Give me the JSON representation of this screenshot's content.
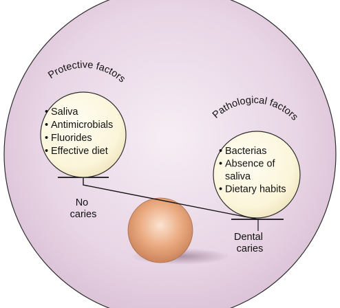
{
  "protective": {
    "title": "Protective factors",
    "items": [
      "Saliva",
      "Antimicrobials",
      "Fluorides",
      "Effective diet"
    ]
  },
  "pathological": {
    "title": "Pathological factors",
    "items": [
      "Bacterias",
      "Absence of",
      "saliva",
      "Dietary habits"
    ],
    "bullets": [
      true,
      true,
      false,
      true
    ]
  },
  "outcomes": {
    "no_caries": [
      "No",
      "caries"
    ],
    "dental_caries": [
      "Dental",
      "caries"
    ]
  },
  "bullet_glyph": "•",
  "colors": {
    "background_disc": "#e9d7e6",
    "factor_circle": "#fbf6de",
    "fulcrum_ball": "#e8a77b",
    "lever": "#111111"
  }
}
